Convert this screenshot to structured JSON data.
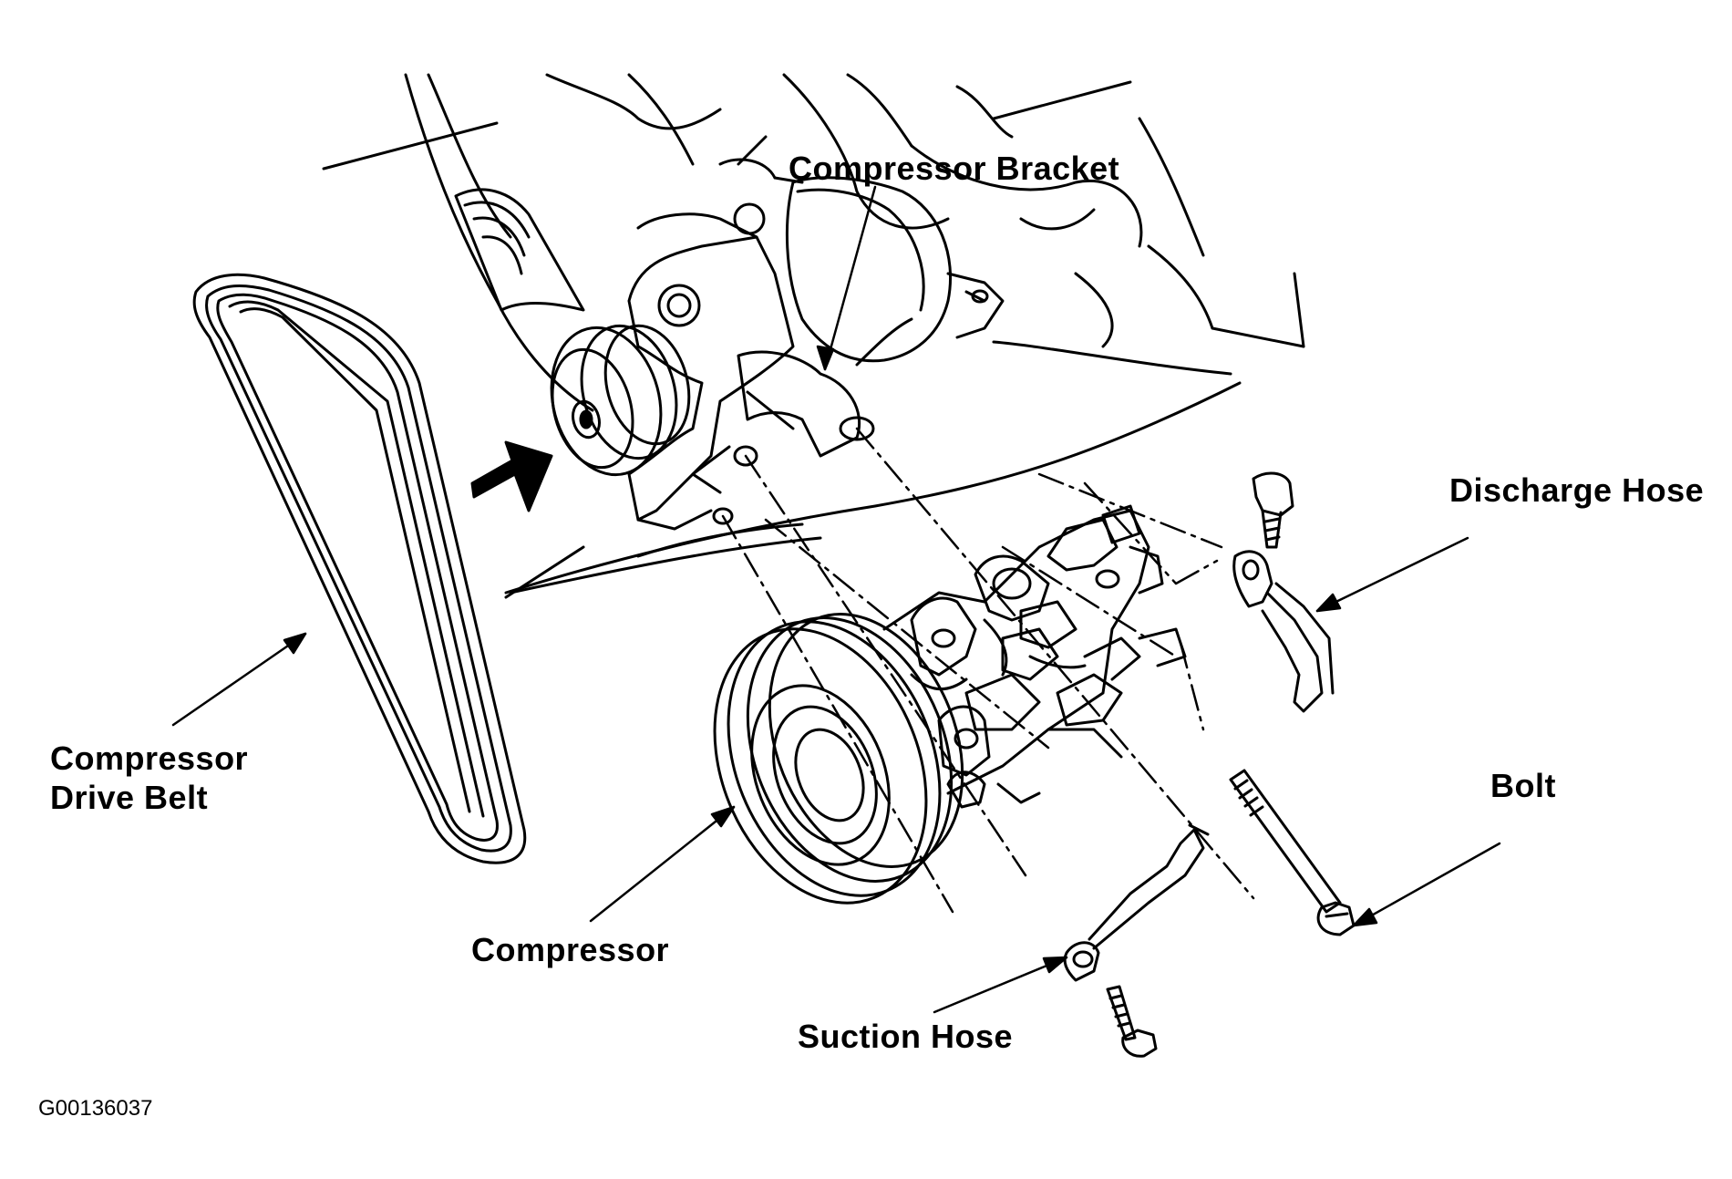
{
  "labels": {
    "compressor_bracket": "Compressor Bracket",
    "discharge_hose": "Discharge Hose",
    "drive_belt_line1": "Compressor",
    "drive_belt_line2": "Drive Belt",
    "bolt": "Bolt",
    "compressor": "Compressor",
    "suction_hose": "Suction Hose"
  },
  "figure_code": "G00136037",
  "colors": {
    "ink": "#000000",
    "paper": "#ffffff"
  }
}
